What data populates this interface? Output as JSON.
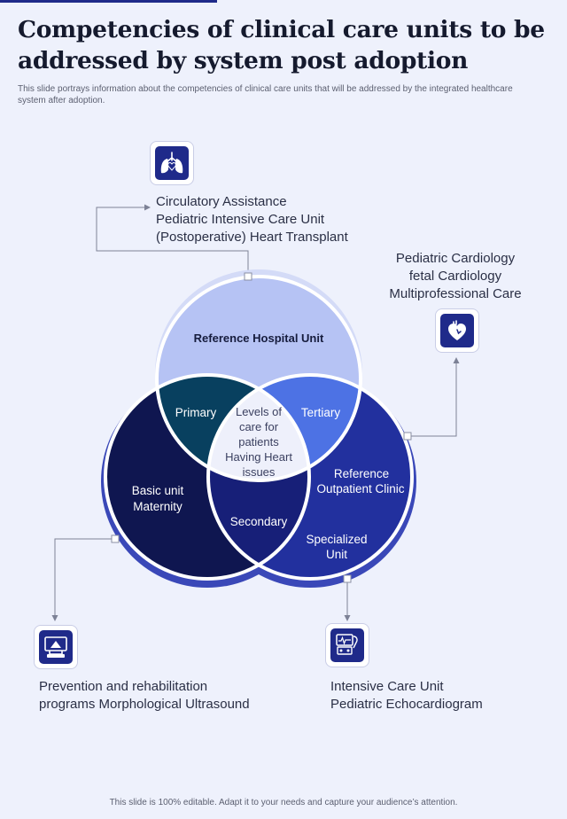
{
  "header": {
    "title_line1": "Competencies of clinical care units to be",
    "title_line2": "addressed by system post adoption",
    "subtitle_line1": "This slide portrays information about the competencies of clinical care units that will be addressed by the integrated healthcare",
    "subtitle_line2": "system after adoption."
  },
  "venn": {
    "top_circle": "Reference Hospital Unit",
    "left_circle_line1": "Basic unit",
    "left_circle_line2": "Maternity",
    "right_circle_line1": "Reference",
    "right_circle_line2": "Outpatient  Clinic",
    "right_circle_line3": "Specialized",
    "right_circle_line4": "Unit",
    "overlap_top_left": "Primary",
    "overlap_top_right": "Tertiary",
    "overlap_bottom": "Secondary",
    "center_lines": [
      "Levels of",
      "care for",
      "patients",
      "Having Heart",
      "issues"
    ]
  },
  "callouts": {
    "top": [
      "Circulatory Assistance",
      "Pediatric Intensive Care Unit",
      "(Postoperative) Heart Transplant"
    ],
    "right": [
      "Pediatric Cardiology",
      "fetal Cardiology",
      "Multiprofessional Care"
    ],
    "bottom_left": [
      "Prevention and rehabilitation",
      "programs Morphological Ultrasound"
    ],
    "bottom_right": [
      "Intensive Care Unit",
      "Pediatric Echocardiogram"
    ]
  },
  "icons": {
    "top": "lungs-heart-icon",
    "right": "heart-icon",
    "bottom_left": "ultrasound-monitor-icon",
    "bottom_right": "echocardiogram-machine-icon"
  },
  "colors": {
    "top_circle": "#b6c3f4",
    "left_circle": "#0f1650",
    "right_circle": "#22309e",
    "overlap_top_left": "#08405f",
    "overlap_top_right": "#4d72e4",
    "overlap_bottom": "#171f78",
    "center": "#eef0fb",
    "icon_fill": "#1f2a8a"
  },
  "footer": {
    "text": "This slide is 100% editable. Adapt it to your needs and capture your audience’s attention."
  }
}
